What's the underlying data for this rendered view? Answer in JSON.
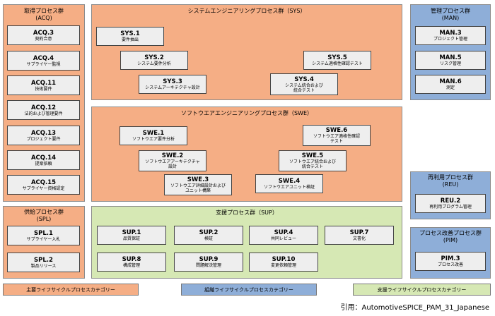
{
  "groups": {
    "acq": {
      "title": "取得プロセス群\n(ACQ)"
    },
    "spl": {
      "title": "供給プロセス群\n(SPL)"
    },
    "sys": {
      "title": "システムエンジニアリングプロセス群（SYS）"
    },
    "swe": {
      "title": "ソフトウエアエンジニアリングプロセス群（SWE）"
    },
    "sup": {
      "title": "支援プロセス群（SUP）"
    },
    "man": {
      "title": "管理プロセス群\n(MAN)"
    },
    "reu": {
      "title": "再利用プロセス群\n(REU)"
    },
    "pim": {
      "title": "プロセス改善プロセス群\n(PIM)"
    }
  },
  "processes": {
    "acq3": {
      "code": "ACQ.3",
      "name": "契約合意"
    },
    "acq4": {
      "code": "ACQ.4",
      "name": "サプライヤー監視"
    },
    "acq11": {
      "code": "ACQ.11",
      "name": "技術要件"
    },
    "acq12": {
      "code": "ACQ.12",
      "name": "法的および管理要件"
    },
    "acq13": {
      "code": "ACQ.13",
      "name": "プロジェクト要件"
    },
    "acq14": {
      "code": "ACQ.14",
      "name": "提案依頼"
    },
    "acq15": {
      "code": "ACQ.15",
      "name": "サプライヤー資格認定"
    },
    "spl1": {
      "code": "SPL.1",
      "name": "サプライヤー入札"
    },
    "spl2": {
      "code": "SPL.2",
      "name": "製品リリース"
    },
    "sys1": {
      "code": "SYS.1",
      "name": "要件抽出"
    },
    "sys2": {
      "code": "SYS.2",
      "name": "システム要件分析"
    },
    "sys3": {
      "code": "SYS.3",
      "name": "システムアーキテクチャ設計"
    },
    "sys4": {
      "code": "SYS.4",
      "name": "システム統合および\n統合テスト"
    },
    "sys5": {
      "code": "SYS.5",
      "name": "システム適格性確認テスト"
    },
    "swe1": {
      "code": "SWE.1",
      "name": "ソフトウエア要件分析"
    },
    "swe2": {
      "code": "SWE.2",
      "name": "ソフトウエアアーキテクチャ\n設計"
    },
    "swe3": {
      "code": "SWE.3",
      "name": "ソフトウエア詳細設計および\nユニット構築"
    },
    "swe4": {
      "code": "SWE.4",
      "name": "ソフトウエアユニット検証"
    },
    "swe5": {
      "code": "SWE.5",
      "name": "ソフトウエア統合および\n統合テスト"
    },
    "swe6": {
      "code": "SWE.6",
      "name": "ソフトウエア適格性確認\nテスト"
    },
    "sup1": {
      "code": "SUP.1",
      "name": "品質保証"
    },
    "sup2": {
      "code": "SUP.2",
      "name": "検証"
    },
    "sup4": {
      "code": "SUP.4",
      "name": "共同レビュー"
    },
    "sup7": {
      "code": "SUP.7",
      "name": "文書化"
    },
    "sup8": {
      "code": "SUP.8",
      "name": "構成管理"
    },
    "sup9": {
      "code": "SUP.9",
      "name": "問題解決管理"
    },
    "sup10": {
      "code": "SUP.10",
      "name": "変更依頼管理"
    },
    "man3": {
      "code": "MAN.3",
      "name": "プロジェクト管理"
    },
    "man5": {
      "code": "MAN.5",
      "name": "リスク管理"
    },
    "man6": {
      "code": "MAN.6",
      "name": "測定"
    },
    "reu2": {
      "code": "REU.2",
      "name": "再利用プログラム管理"
    },
    "pim3": {
      "code": "PIM.3",
      "name": "プロセス改善"
    }
  },
  "legend": {
    "primary": "主要ライフサイクルプロセスカテゴリー",
    "organizational": "組織ライフサイクルプロセスカテゴリー",
    "supporting": "支援ライフサイクルプロセスカテゴリー"
  },
  "citation": "引用：AutomotiveSPICE_PAM_31_Japanese",
  "colors": {
    "primary": "#f5ae85",
    "organizational": "#8eaed8",
    "supporting": "#d6e8b4"
  }
}
